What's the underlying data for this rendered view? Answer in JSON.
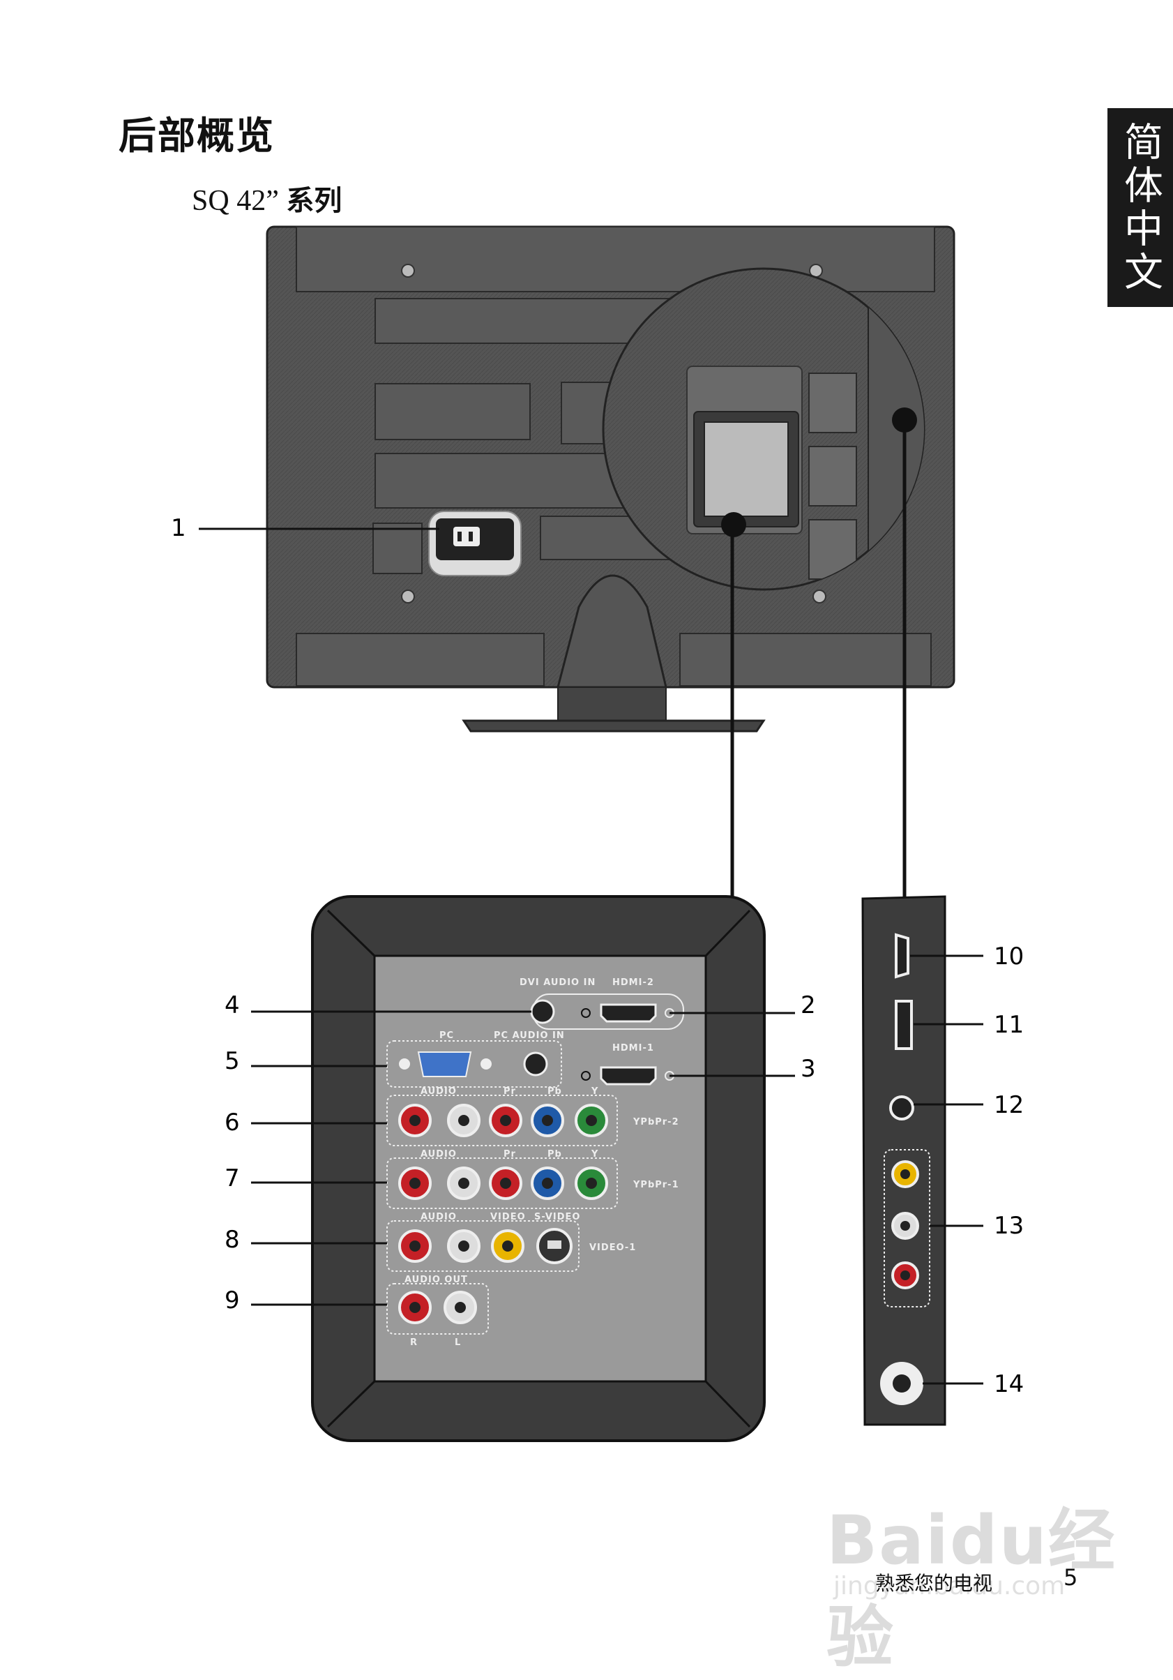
{
  "page": {
    "title": "后部概览",
    "model_prefix": "SQ 42”",
    "model_suffix": "系列",
    "language_tab": "简体中文",
    "footer_text": "熟悉您的电视",
    "page_number": "5"
  },
  "callouts": {
    "c1": "1",
    "c2": "2",
    "c3": "3",
    "c4": "4",
    "c5": "5",
    "c6": "6",
    "c7": "7",
    "c8": "8",
    "c9": "9",
    "c10": "10",
    "c11": "11",
    "c12": "12",
    "c13": "13",
    "c14": "14"
  },
  "panel_labels": {
    "dvi_audio_in": "DVI AUDIO IN",
    "hdmi2": "HDMI-2",
    "pc": "PC",
    "pc_audio_in": "PC AUDIO IN",
    "hdmi1": "HDMI-1",
    "audio": "AUDIO",
    "pr": "Pr",
    "pb": "Pb",
    "y": "Y",
    "ypbpr2": "YPbPr-2",
    "ypbpr1": "YPbPr-1",
    "video": "VIDEO",
    "svideo": "S-VIDEO",
    "video1": "VIDEO-1",
    "audio_out": "AUDIO OUT",
    "r": "R",
    "l": "L"
  },
  "watermark": {
    "main": "Baidu经验",
    "sub": "jingyan.baidu.com"
  }
}
